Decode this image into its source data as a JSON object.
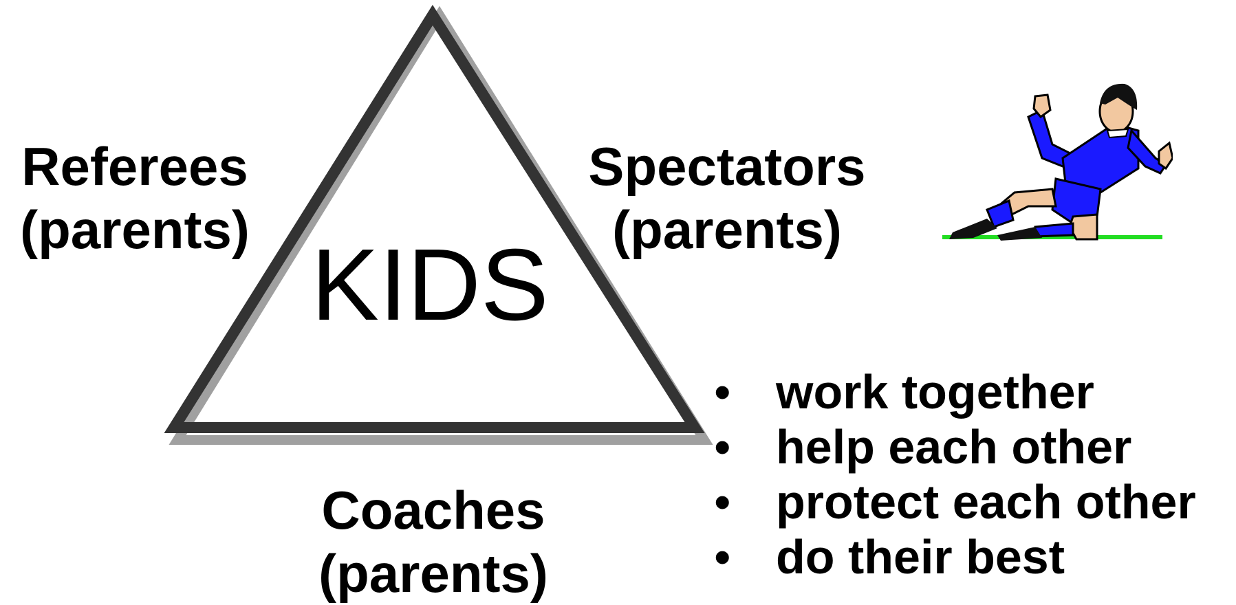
{
  "center_word": "KIDS",
  "groups": {
    "referees": {
      "line1": "Referees",
      "line2": "(parents)"
    },
    "spectators": {
      "line1": "Spectators",
      "line2": "(parents)"
    },
    "coaches": {
      "line1": "Coaches",
      "line2": "(parents)"
    }
  },
  "bullets": [
    "work together",
    "help each other",
    "protect each other",
    "do their best"
  ],
  "colors": {
    "triangle_stroke": "#333333",
    "triangle_shadow": "#999999",
    "player_kit": "#1a1aff",
    "grass": "#22dd22"
  },
  "icons": {
    "player": "soccer-player-icon"
  }
}
